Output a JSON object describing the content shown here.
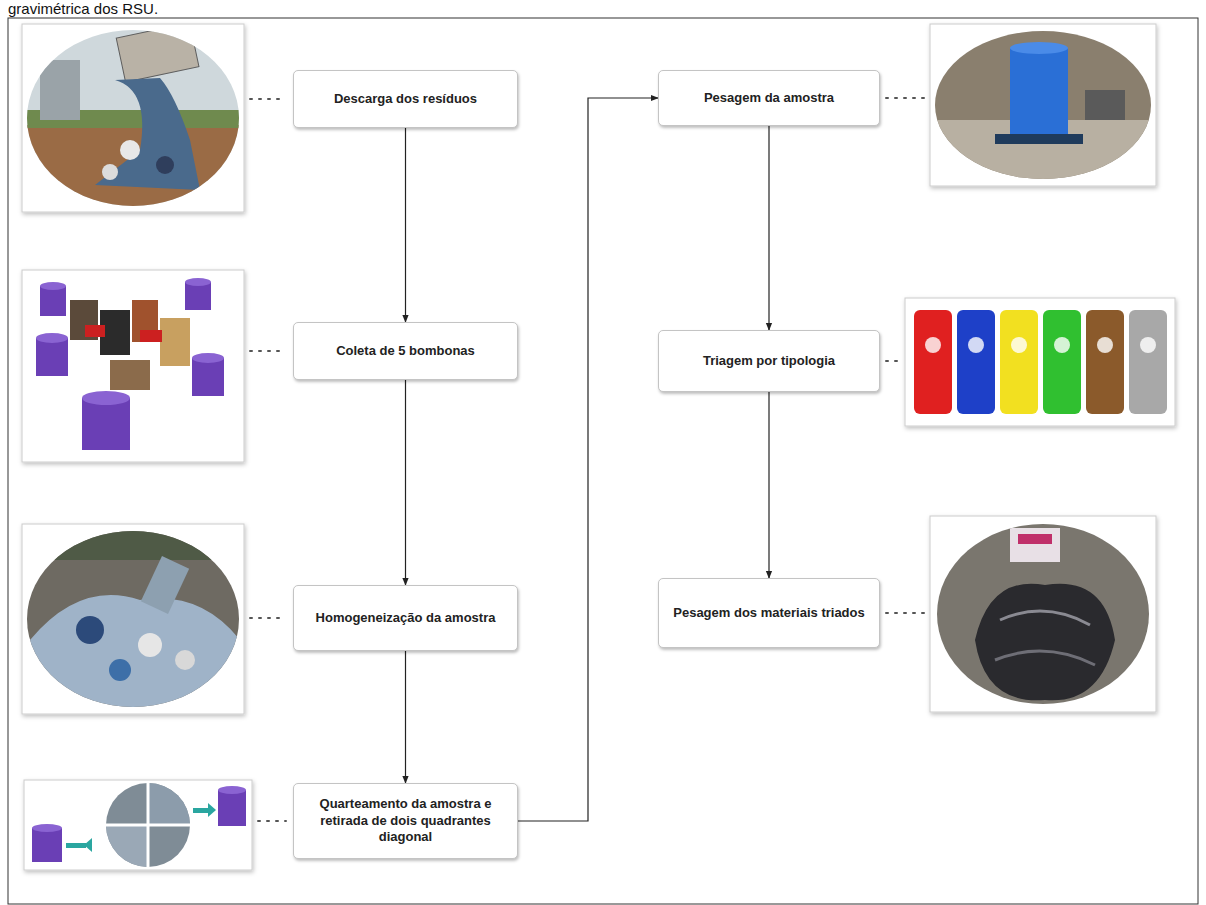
{
  "diagram": {
    "nodes": [
      {
        "text": [
          "Descarga dos resíduos"
        ]
      },
      {
        "text": [
          "Coleta de 5 bombonas"
        ]
      },
      {
        "text": [
          "Homogeneização da amostra"
        ]
      },
      {
        "text": [
          "Quarteamento da amostra e retirada de dois quadrantes diagonal"
        ]
      },
      {
        "text": [
          "Pesagem da amostra"
        ]
      },
      {
        "text": [
          "Triagem por tipologia"
        ]
      },
      {
        "text": [
          "Pesagem dos materiais triados"
        ]
      }
    ],
    "edges": [
      {
        "from": 0,
        "to": 1,
        "arrow": "to"
      },
      {
        "from": 1,
        "to": 2,
        "arrow": "to"
      },
      {
        "from": 2,
        "to": 3,
        "arrow": "to"
      },
      {
        "from": 3,
        "to": 4,
        "arrow": "to"
      },
      {
        "from": 4,
        "to": 5,
        "arrow": "to"
      },
      {
        "from": 5,
        "to": 6,
        "arrow": "to"
      }
    ],
    "labels": [
      "gravimétrica dos RSU."
    ]
  }
}
